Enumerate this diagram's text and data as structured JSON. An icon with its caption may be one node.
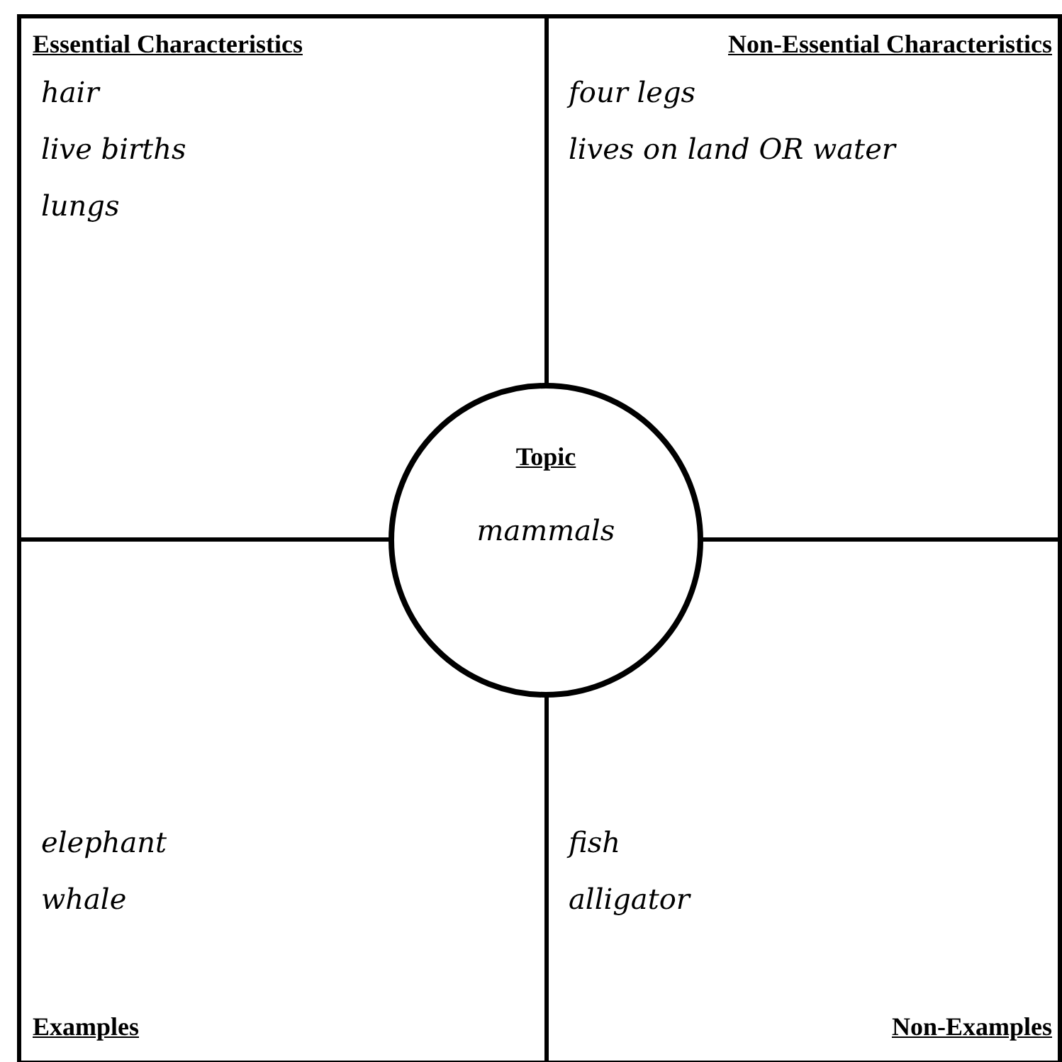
{
  "diagram": {
    "nodes": [
      {
        "text": [
          "Essential Characteristics",
          "hair",
          "live births",
          "lungs"
        ]
      },
      {
        "text": [
          "Non-Essential Characteristics",
          "four legs",
          "lives on land OR water"
        ]
      },
      {
        "text": [
          "elephant",
          "whale",
          "Examples"
        ]
      },
      {
        "text": [
          "fish",
          "alligator",
          "Non-Examples"
        ]
      },
      {
        "text": [
          "Topic",
          "mammals"
        ]
      }
    ]
  }
}
